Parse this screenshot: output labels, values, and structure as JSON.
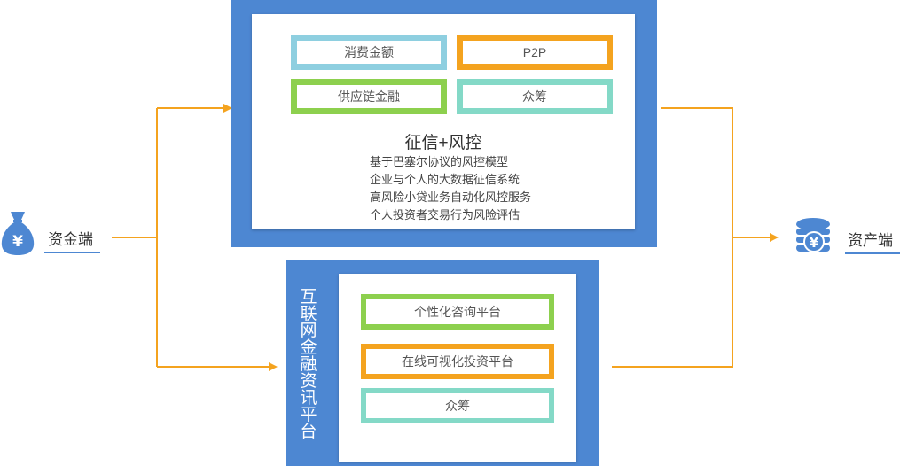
{
  "colors": {
    "panel_blue": "#4d87d2",
    "connector_orange": "#f4a31f",
    "border_light_blue": "#8ecfe0",
    "border_orange": "#f4a31f",
    "border_green": "#8dd04e",
    "border_teal": "#84d9c7"
  },
  "left_node": {
    "label": "资金端",
    "icon": "money-bag-icon"
  },
  "right_node": {
    "label": "资产端",
    "icon": "coin-stack-icon"
  },
  "top_panel": {
    "tags": [
      {
        "label": "消费金额"
      },
      {
        "label": "P2P"
      },
      {
        "label": "供应链金融"
      },
      {
        "label": "众筹"
      }
    ],
    "title": "征信+风控",
    "items": [
      "基于巴塞尔协议的风控模型",
      "企业与个人的大数据征信系统",
      "高风险小贷业务自动化风控服务",
      "个人投资者交易行为风险评估"
    ]
  },
  "bottom_panel": {
    "title": "互联网金融资讯平台",
    "tags": [
      {
        "label": "个性化咨询平台"
      },
      {
        "label": "在线可视化投资平台"
      },
      {
        "label": "众筹"
      }
    ]
  }
}
